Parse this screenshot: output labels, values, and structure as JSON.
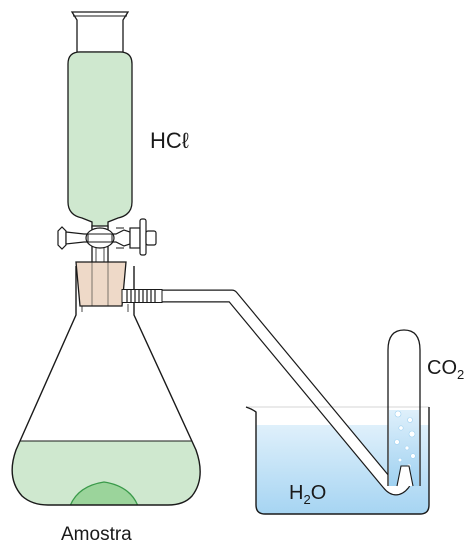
{
  "labels": {
    "acid": "HCℓ",
    "gas": "CO",
    "gas_sub": "2",
    "water": "H",
    "water_sub": "2",
    "water_end": "O",
    "sample": "Amostra"
  },
  "colors": {
    "funnel_liquid": "#cfe8cf",
    "flask_liquid": "#cfe8cf",
    "sample": "#9bd49b",
    "sample_edge": "#3a9a4a",
    "stopper": "#eed9c8",
    "water_top": "#dff0fb",
    "water_bottom": "#9fd1f1",
    "outline": "#1a1a1a",
    "bubble": "#ffffff"
  }
}
